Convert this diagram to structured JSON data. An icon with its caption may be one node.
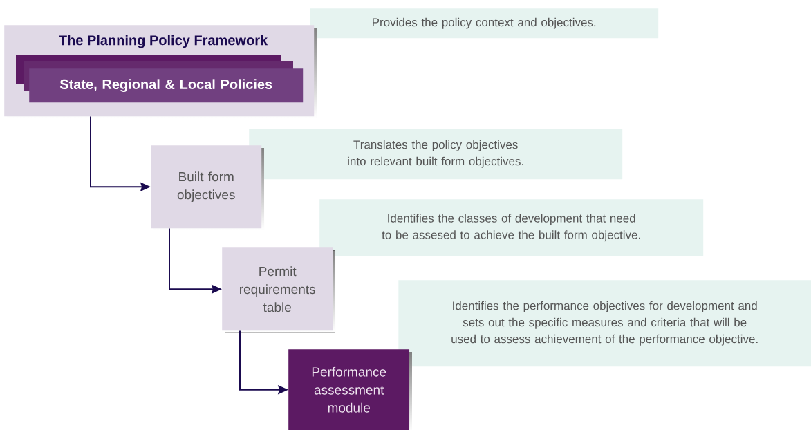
{
  "diagram": {
    "nodes": [
      {
        "text": [
          "The Planning Policy Framework"
        ]
      },
      {
        "text": [
          "State, Regional & Local Policies"
        ],
        "in": 0
      },
      {
        "text": [
          "Provides the policy context and objectives."
        ]
      },
      {
        "text": [
          "Translates the policy objectives into relevant built form objectives."
        ]
      },
      {
        "text": [
          "Built form objectives"
        ]
      },
      {
        "text": [
          "Identifies the classes of development that need to be assesed to achieve the built form objective."
        ]
      },
      {
        "text": [
          "Permit requirements table"
        ]
      },
      {
        "text": [
          "Identifies the performance objectives for development and sets out the specific measures and criteria that will be used to assess achievement of the performance objective."
        ]
      },
      {
        "text": [
          "Performance assessment module"
        ]
      }
    ],
    "edges": [
      {
        "from": 0,
        "to": 4,
        "arrow": "to"
      },
      {
        "from": 4,
        "to": 6,
        "arrow": "to"
      },
      {
        "from": 6,
        "to": 8,
        "arrow": "to"
      }
    ]
  }
}
